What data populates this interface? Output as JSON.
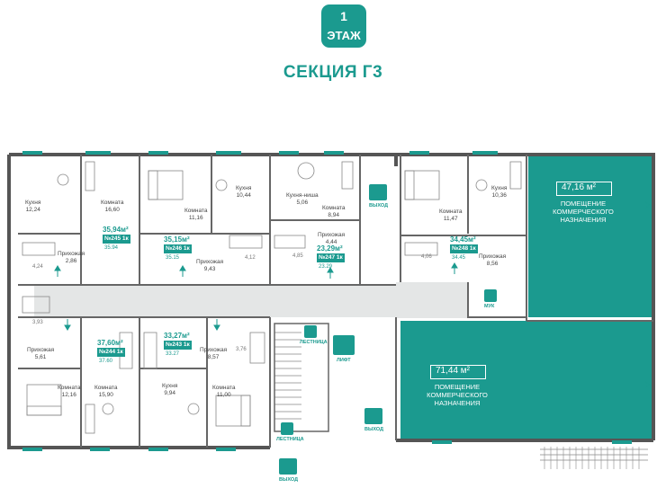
{
  "floor": {
    "number": "1",
    "label": "ЭТАЖ"
  },
  "section_title": "СЕКЦИЯ Г3",
  "colors": {
    "accent": "#1b9a8f",
    "wall": "#555555",
    "corridor": "#e4e6e6",
    "commercial": "#1b9a8f"
  },
  "apartments": [
    {
      "id": "apt-245",
      "area": "35,94м²",
      "number": "№245",
      "type": "1к",
      "sub": "35.94"
    },
    {
      "id": "apt-246",
      "area": "35,15м²",
      "number": "№246",
      "type": "1к",
      "sub": "35.15"
    },
    {
      "id": "apt-247",
      "area": "23,29м²",
      "number": "№247",
      "type": "1к",
      "sub": "23.29"
    },
    {
      "id": "apt-248",
      "area": "34,45м²",
      "number": "№248",
      "type": "1к",
      "sub": "34.45"
    },
    {
      "id": "apt-243",
      "area": "33,27м²",
      "number": "№243",
      "type": "1к",
      "sub": "33.27"
    },
    {
      "id": "apt-244",
      "area": "37,60м²",
      "number": "№244",
      "type": "1к",
      "sub": "37.60"
    }
  ],
  "rooms": [
    {
      "name": "Кухня",
      "area": "12,24"
    },
    {
      "name": "Комната",
      "area": "16,60"
    },
    {
      "name": "Прихожая",
      "area": "2,86"
    },
    {
      "name": "",
      "area": "4,24"
    },
    {
      "name": "Комната",
      "area": "11,16"
    },
    {
      "name": "Кухня",
      "area": "10,44"
    },
    {
      "name": "Прихожая",
      "area": "9,43"
    },
    {
      "name": "",
      "area": "4,12"
    },
    {
      "name": "Кухня-ниша",
      "area": "5,06"
    },
    {
      "name": "Комната",
      "area": "8,94"
    },
    {
      "name": "Прихожая",
      "area": "4,44"
    },
    {
      "name": "",
      "area": "4,85"
    },
    {
      "name": "Комната",
      "area": "11,47"
    },
    {
      "name": "Кухня",
      "area": "10,36"
    },
    {
      "name": "Прихожая",
      "area": "8,56"
    },
    {
      "name": "",
      "area": "4,06"
    },
    {
      "name": "",
      "area": "3,93"
    },
    {
      "name": "Прихожая",
      "area": "5,61"
    },
    {
      "name": "Комната",
      "area": "12,16"
    },
    {
      "name": "Комната",
      "area": "15,90"
    },
    {
      "name": "Кухня",
      "area": "9,94"
    },
    {
      "name": "Прихожая",
      "area": "8,57"
    },
    {
      "name": "",
      "area": "3,76"
    },
    {
      "name": "Комната",
      "area": "11,00"
    }
  ],
  "commercial": [
    {
      "area": "47,16 м²",
      "label": "ПОМЕЩЕНИЕ КОММЕРЧЕСКОГО НАЗНАЧЕНИЯ"
    },
    {
      "area": "71,44 м²",
      "label": "ПОМЕЩЕНИЕ КОММЕРЧЕСКОГО НАЗНАЧЕНИЯ"
    }
  ],
  "signs": {
    "exit": "ВЫХОД",
    "lift": "ЛИФТ",
    "stairs": "ЛЕСТНИЦА",
    "wc": "МУК"
  }
}
